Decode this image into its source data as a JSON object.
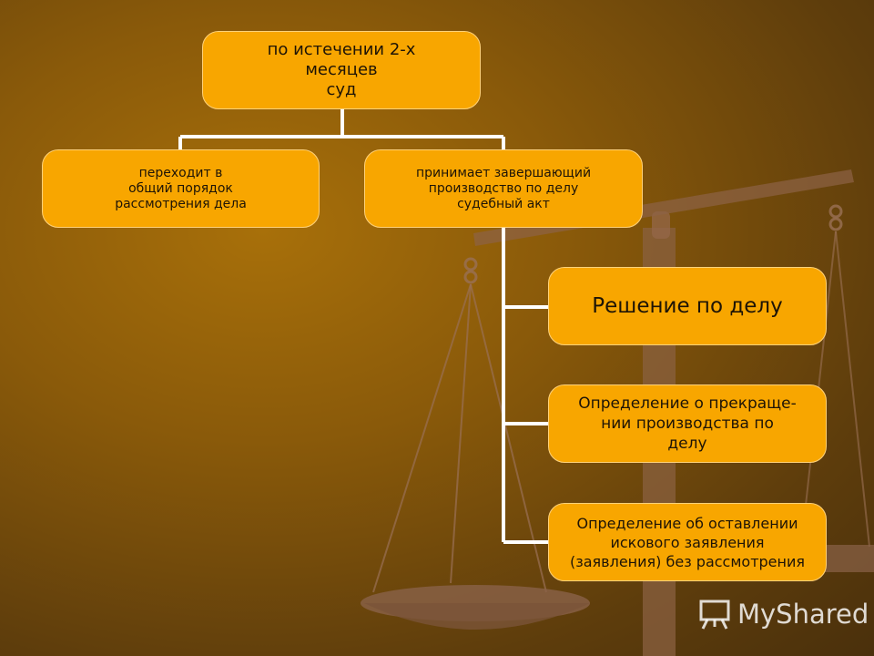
{
  "root": {
    "text": "по истечении 2-х\nмесяцев\nсуд"
  },
  "children": [
    {
      "text": "переходит в\nобщий порядок\nрассмотрения дела"
    },
    {
      "text": "принимает завершающий\nпроизводство по делу\nсудебный акт"
    }
  ],
  "acts": [
    {
      "text": "Решение по делу"
    },
    {
      "text": "Определение о прекраще-\nнии производства по\nделу"
    },
    {
      "text": "Определение об оставлении\nискового заявления\n(заявления) без рассмотрения"
    }
  ],
  "watermark": {
    "text": "MyShared"
  },
  "icons": {
    "background": "scales-of-justice-icon",
    "watermark": "presentation-icon"
  },
  "colors": {
    "node_fill": "#f8a600",
    "node_border": "#ffd27a",
    "connector": "#ffffff"
  }
}
